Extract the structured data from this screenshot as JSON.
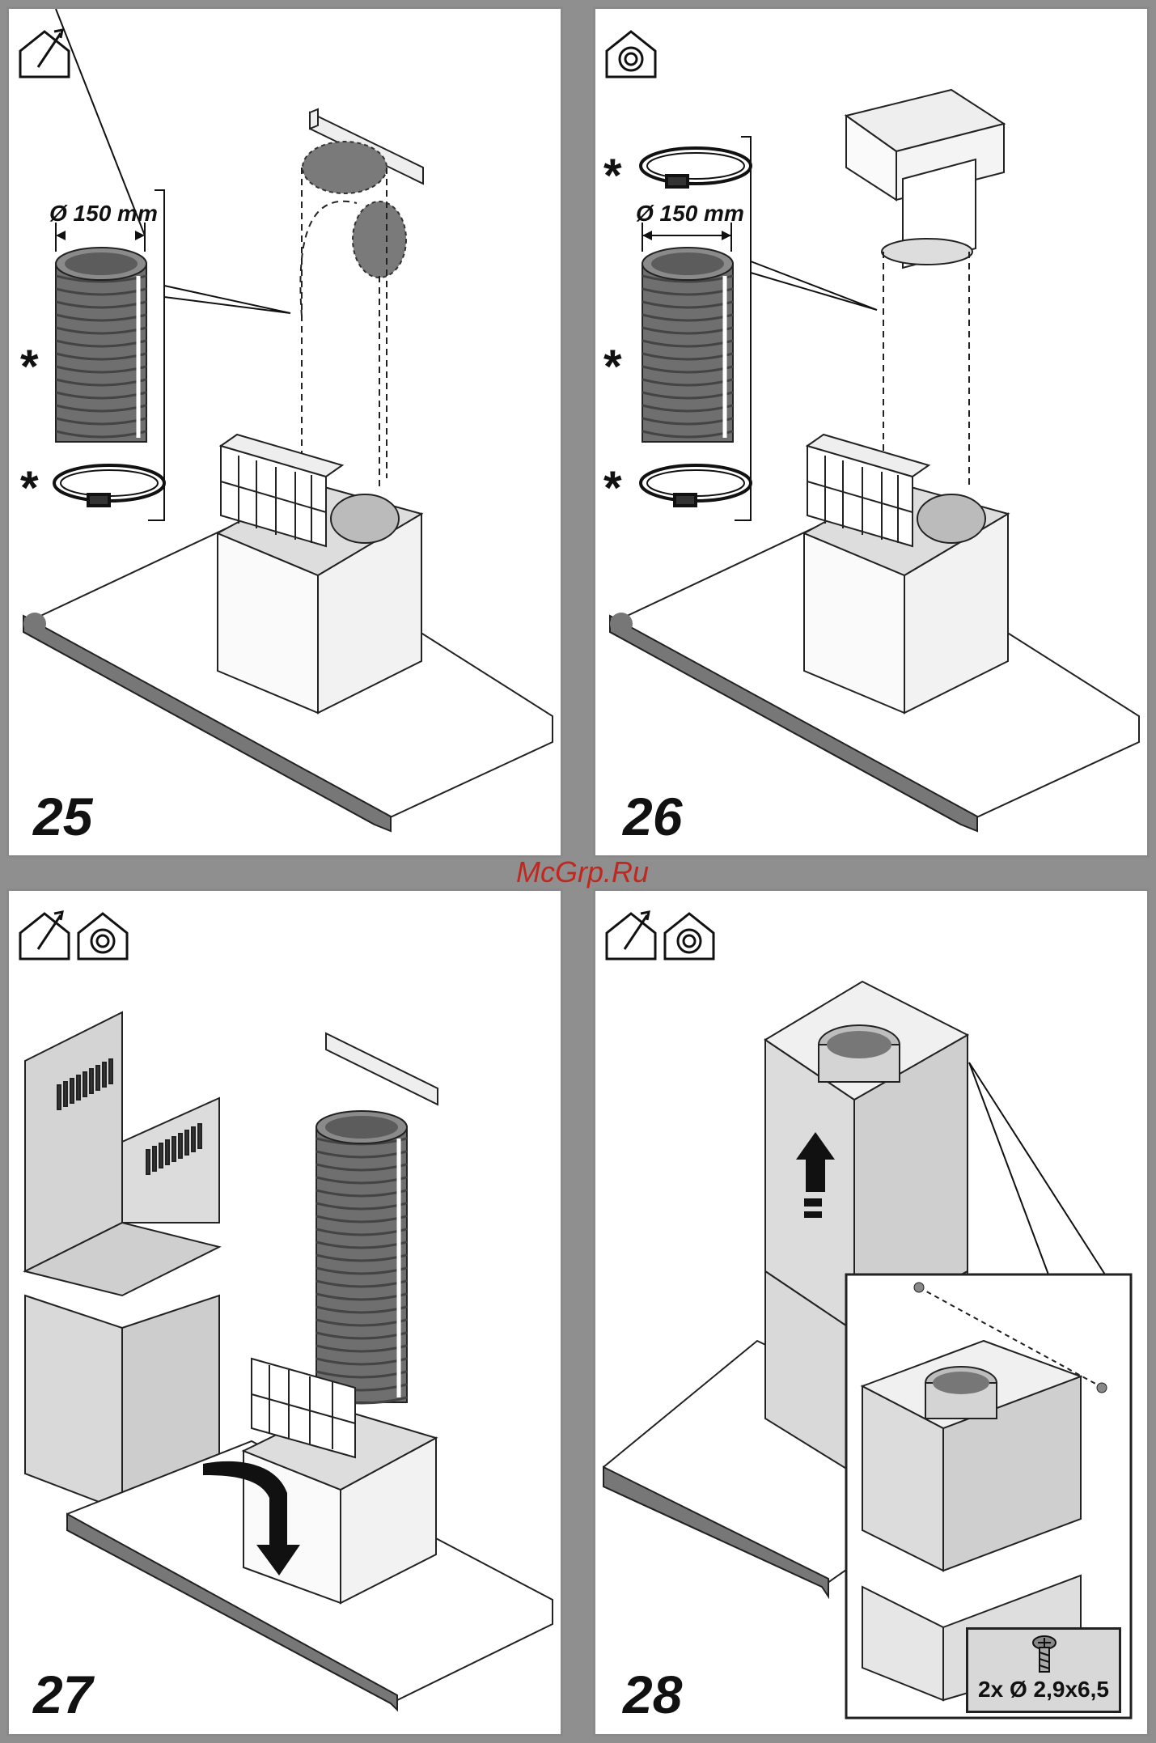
{
  "watermark": "McGrp.Ru",
  "panels": [
    {
      "step": "25",
      "diameter_label": "Ø 150 mm",
      "icons": [
        "exhaust-house-icon"
      ]
    },
    {
      "step": "26",
      "diameter_label": "Ø 150 mm",
      "icons": [
        "recirculation-house-icon"
      ]
    },
    {
      "step": "27",
      "icons": [
        "exhaust-house-icon",
        "recirculation-house-icon"
      ]
    },
    {
      "step": "28",
      "icons": [
        "exhaust-house-icon",
        "recirculation-house-icon"
      ],
      "screw_spec": "2x Ø 2,9x6,5"
    }
  ],
  "colors": {
    "background": "#8f8f8f",
    "panel": "#ffffff",
    "duct": "#777777",
    "chimney": "#d9d9d9",
    "watermark": "#c0281f"
  }
}
